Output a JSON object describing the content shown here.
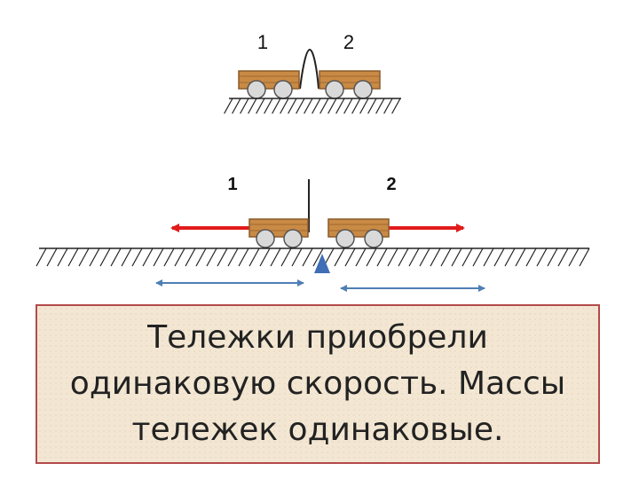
{
  "top_scene": {
    "cart_labels": [
      "1",
      "2"
    ]
  },
  "bottom_scene": {
    "cart_labels": [
      "1",
      "2"
    ]
  },
  "caption": "Тележки приобрели одинаковую скорость. Массы тележек одинаковые.",
  "colors": {
    "cart_body": "#c98a45",
    "cart_edge": "#8a5a2a",
    "wheel_fill": "#d9d9d9",
    "force_arrow": "#e21b1b",
    "distance_arrow": "#4f7fb5",
    "fulcrum": "#3f6eb6",
    "caption_border": "#b34a4a",
    "caption_bg": "#f3e7d3"
  }
}
